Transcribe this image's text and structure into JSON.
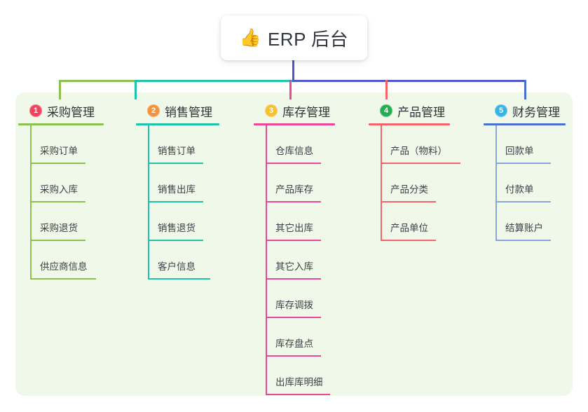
{
  "root": {
    "icon": "thumbs-up",
    "icon_glyph": "👍",
    "title": "ERP 后台"
  },
  "panel": {
    "background": "#f0f8e9"
  },
  "columns": [
    {
      "number": "1",
      "title": "采购管理",
      "badge_color": "#f2435e",
      "line_color": "#8cc152",
      "items": [
        "采购订单",
        "采购入库",
        "采购退货",
        "供应商信息"
      ]
    },
    {
      "number": "2",
      "title": "销售管理",
      "badge_color": "#f4933c",
      "line_color": "#1fc3a8",
      "items": [
        "销售订单",
        "销售出库",
        "销售退货",
        "客户信息"
      ]
    },
    {
      "number": "3",
      "title": "库存管理",
      "badge_color": "#f7c02e",
      "line_color": "#ec4699",
      "items": [
        "仓库信息",
        "产品库存",
        "其它出库",
        "其它入库",
        "库存调拨",
        "库存盘点",
        "出库库明细"
      ]
    },
    {
      "number": "4",
      "title": "产品管理",
      "badge_color": "#23ac52",
      "line_color": "#f4646a",
      "items": [
        "产品（物料）",
        "产品分类",
        "产品单位"
      ]
    },
    {
      "number": "5",
      "title": "财务管理",
      "badge_color": "#35b4e8",
      "line_color": "#4a6fd0",
      "items": [
        "回款单",
        "付款单",
        "结算账户"
      ]
    }
  ],
  "connectors": {
    "stem_color": "#5055c8",
    "bus_segment_1_color": "#8cc152",
    "bus_segment_2_color": "#1fc3a8",
    "bus_segment_3_color": "#5055c8",
    "drop_1_color": "#8cc152",
    "drop_2_color": "#1fc3a8",
    "drop_3_color": "#ec4699",
    "drop_4_color": "#f4646a",
    "drop_5_color": "#4a6fd0"
  }
}
